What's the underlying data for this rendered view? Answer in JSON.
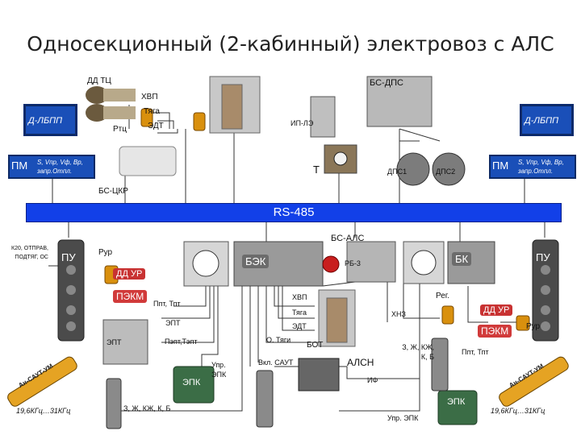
{
  "title": "Односекционный (2-кабинный) электровоз с АЛС",
  "bus": {
    "label": "RS-485"
  },
  "labels": {
    "dd_tc": "ДД ТЦ",
    "hvp_top": "ХВП",
    "tyaga_top": "Тяга",
    "edt_top": "ЭДТ",
    "rtc": "Ртц",
    "bs_dps": "БС-ДПС",
    "ip_le": "ИП-ЛЭ",
    "t": "Т",
    "dps1": "ДПС1",
    "dps2": "ДПС2",
    "bs_ckr": "БС-ЦКР",
    "d_lbpp_left": "Д-ЛБПП",
    "d_lbpp_right": "Д-ЛБПП",
    "pm_left": "ПМ",
    "pm_right": "ПМ",
    "pm_left_info": "S, Vпр, Vф, Вр, запр.Отпл.",
    "pm_right_info": "S, Vпр, Vф, Вр, запр.Отпл.",
    "bs_als": "БС-АЛС",
    "pu_left": "ПУ",
    "pu_right": "ПУ",
    "k20": "К20, ОТПРАВ, ПОДТЯГ, ОС",
    "rur_left": "Рур",
    "rur_right": "Рур",
    "dd_ur_left": "ДД УР",
    "dd_ur_right": "ДД УР",
    "pekm_left": "ПЭКМ",
    "pekm_right": "ПЭКМ",
    "bek": "БЭК",
    "rb3": "РБ-3",
    "bk": "БК",
    "reg": "Рег.",
    "ppt_tpt_left": "Ппт, Тпт",
    "ppt_tpt_right": "Ппт, Тпт",
    "hvp_mid": "ХВП",
    "tyaga_mid": "Тяга",
    "edt_mid": "ЭДТ",
    "hnz": "ХНЗ",
    "ept_wire": "ЭПТ",
    "ept_box": "ЭПТ",
    "pept_tept": "Пэпт,Тэпт",
    "o_tyagi": "О. Тяги",
    "bot": "БОТ",
    "z_zh_kzh_k_b_right": "З, Ж, КЖ, К, Б",
    "vkl_sau": "Вкл. САУТ",
    "alsn": "АЛСН",
    "upr_epk_left": "Упр. ЭПК",
    "epk_left": "ЭПК",
    "epk_right": "ЭПК",
    "if": "ИФ",
    "an_saut_left": "Ан-САУТ-УМ",
    "an_saut_right": "Ан-САУТ-УМ",
    "freq_left": "19,6КГц…31КГц",
    "freq_right": "19,6КГц…31КГц",
    "z_zh_kzh_k_b_bottom": "З, Ж, КЖ, К, Б",
    "upr_epk_right": "Упр. ЭПК"
  }
}
